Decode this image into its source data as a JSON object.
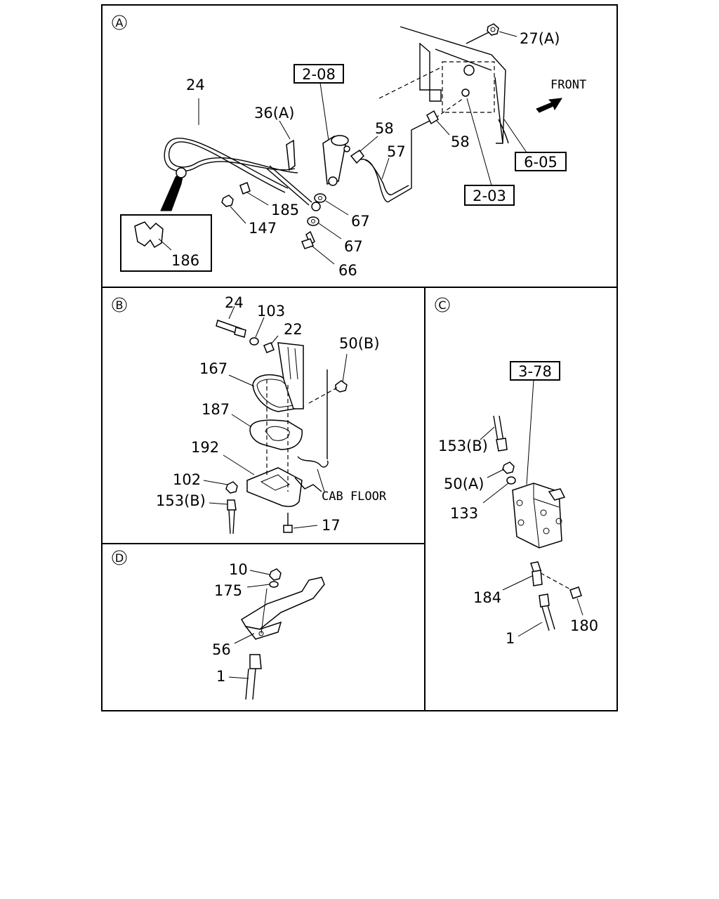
{
  "sections": {
    "a": {
      "marker": "A",
      "labels": {
        "l24": "24",
        "l27a": "27(A)",
        "l2_08": "2-08",
        "front": "FRONT",
        "l36a": "36(A)",
        "l58a": "58",
        "l58b": "58",
        "l57": "57",
        "l6_05": "6-05",
        "l2_03": "2-03",
        "l185": "185",
        "l67a": "67",
        "l67b": "67",
        "l147": "147",
        "l66": "66",
        "l186": "186"
      }
    },
    "b": {
      "marker": "B",
      "labels": {
        "l24": "24",
        "l103": "103",
        "l22": "22",
        "l50b": "50(B)",
        "l167": "167",
        "l187": "187",
        "l192": "192",
        "l102": "102",
        "l153b": "153(B)",
        "cab_floor": "CAB FLOOR",
        "l17": "17"
      }
    },
    "c": {
      "marker": "C",
      "labels": {
        "l3_78": "3-78",
        "l153b": "153(B)",
        "l50a": "50(A)",
        "l133": "133",
        "l184": "184",
        "l180": "180",
        "l1": "1"
      }
    },
    "d": {
      "marker": "D",
      "labels": {
        "l10": "10",
        "l175": "175",
        "l56": "56",
        "l1": "1"
      }
    }
  }
}
